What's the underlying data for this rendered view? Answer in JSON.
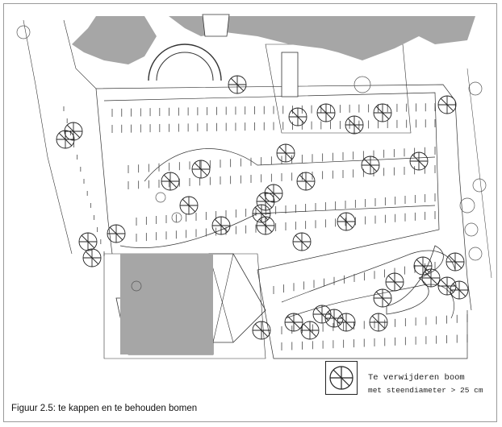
{
  "caption": "Figuur 2.5: te kappen en te behouden bomen",
  "legend": {
    "line1": "Te verwijderen boom",
    "line2": "met steendiameter > 25 cm",
    "icon": "crossed-circle-icon"
  },
  "colors": {
    "building_fill": "#a6a6a6",
    "line": "#333333",
    "frame": "#9a9a9a"
  }
}
